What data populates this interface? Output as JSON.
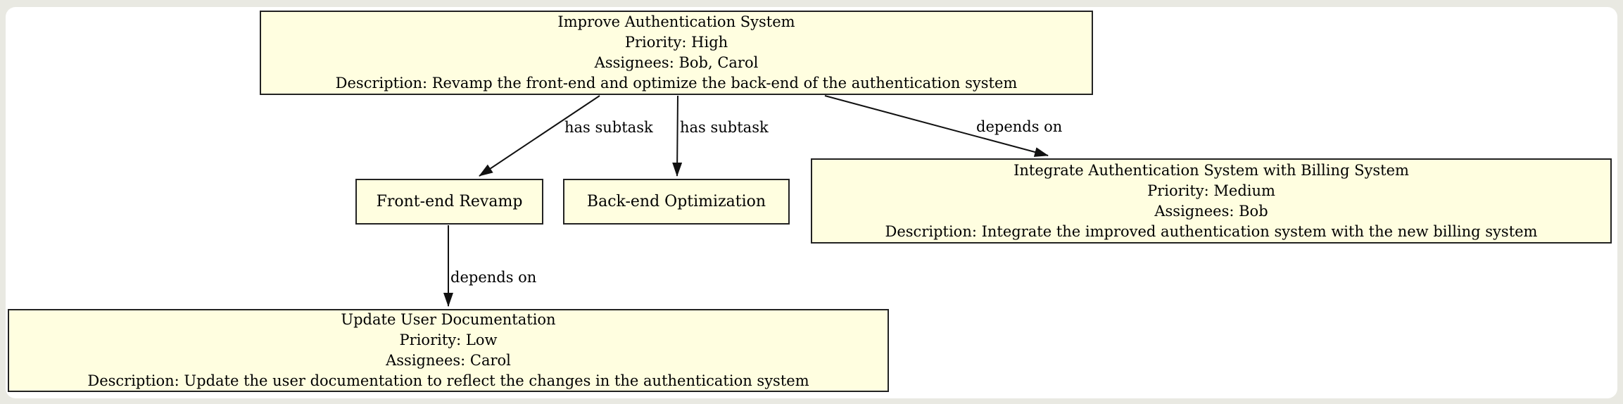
{
  "page": {
    "background_color": "#e9e9e2",
    "canvas_color": "#ffffff"
  },
  "diagram": {
    "type": "task-dependency-graph",
    "colors": {
      "node_fill": "#fffee0",
      "node_border": "#222222",
      "edge_line": "#111111",
      "text": "#000000"
    },
    "nodes": [
      {
        "id": "improve-authentication-system",
        "lines": [
          "Improve Authentication System",
          "Priority: High",
          "Assignees: Bob, Carol",
          "Description: Revamp the front-end and optimize the back-end of the authentication system"
        ]
      },
      {
        "id": "front-end-revamp",
        "lines": [
          "Front-end Revamp"
        ]
      },
      {
        "id": "back-end-optimization",
        "lines": [
          "Back-end Optimization"
        ]
      },
      {
        "id": "integrate-authentication-with-billing",
        "lines": [
          "Integrate Authentication System with Billing System",
          "Priority: Medium",
          "Assignees: Bob",
          "Description: Integrate the improved authentication system with the new billing system"
        ]
      },
      {
        "id": "update-user-documentation",
        "lines": [
          "Update User Documentation",
          "Priority: Low",
          "Assignees: Carol",
          "Description: Update the user documentation to reflect the changes in the authentication system"
        ]
      }
    ],
    "edges": [
      {
        "from": "Improve Authentication System",
        "to": "Front-end Revamp",
        "label": "has subtask"
      },
      {
        "from": "Improve Authentication System",
        "to": "Back-end Optimization",
        "label": "has subtask"
      },
      {
        "from": "Improve Authentication System",
        "to": "Integrate Authentication System with Billing System",
        "label": "depends on"
      },
      {
        "from": "Front-end Revamp",
        "to": "Update User Documentation",
        "label": "depends on"
      }
    ]
  }
}
